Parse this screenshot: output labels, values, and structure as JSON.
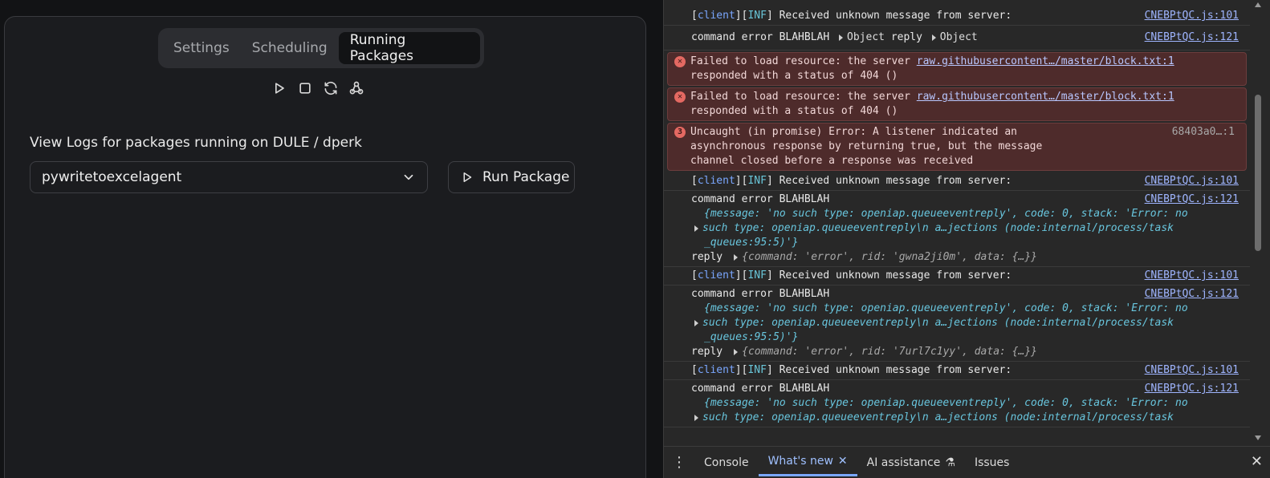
{
  "app": {
    "tabs": [
      {
        "label": "Settings"
      },
      {
        "label": "Scheduling"
      },
      {
        "label": "Running Packages"
      }
    ],
    "icons": [
      "play-icon",
      "stop-icon",
      "refresh-icon",
      "webhook-icon"
    ],
    "view_label": "View Logs for packages running on DULE / dperk",
    "package_select_value": "pywritetoexcelagent",
    "run_button_label": "Run Package"
  },
  "devtools": {
    "messages": {
      "m1": {
        "client": "client",
        "inf": "INF",
        "text": "Received unknown message from server:",
        "src": "CNEBPtQC.js:101"
      },
      "m2": {
        "text": "command error BLAHBLAH",
        "obj1": "Object",
        "reply": "reply",
        "obj2": "Object",
        "src": "CNEBPtQC.js:121"
      },
      "e1": {
        "text1": "Failed to load resource: the server",
        "link": "raw.githubusercontent…/master/block.txt:1",
        "text2": "responded with a status of 404 ()"
      },
      "e2": {
        "text1": "Failed to load resource: the server",
        "link": "raw.githubusercontent…/master/block.txt:1",
        "text2": "responded with a status of 404 ()"
      },
      "e3": {
        "count": "3",
        "text": "Uncaught (in promise) Error: A listener indicated an asynchronous response by returning true, but the message channel closed before a response was received",
        "src": "68403a0…:1"
      },
      "g1": {
        "client": "client",
        "inf": "INF",
        "text": "Received unknown message from server:",
        "src": "CNEBPtQC.js:101",
        "cmd": "command error BLAHBLAH",
        "cmd_src": "CNEBPtQC.js:121",
        "obj_line1": "{message: 'no such type: openiap.queueeventreply', code: 0, stack: 'Error: no",
        "obj_line2": "such type: openiap.queueeventreply\\n    a…jections (node:internal/process/task",
        "obj_line3": "_queues:95:5)'}",
        "reply": "reply",
        "reply_obj": "{command: 'error', rid: 'gwna2ji0m', data: {…}}"
      },
      "g2": {
        "client": "client",
        "inf": "INF",
        "text": "Received unknown message from server:",
        "src": "CNEBPtQC.js:101",
        "cmd": "command error BLAHBLAH",
        "cmd_src": "CNEBPtQC.js:121",
        "obj_line1": "{message: 'no such type: openiap.queueeventreply', code: 0, stack: 'Error: no",
        "obj_line2": "such type: openiap.queueeventreply\\n    a…jections (node:internal/process/task",
        "obj_line3": "_queues:95:5)'}",
        "reply": "reply",
        "reply_obj": "{command: 'error', rid: '7url7c1yy', data: {…}}"
      },
      "g3": {
        "client": "client",
        "inf": "INF",
        "text": "Received unknown message from server:",
        "src": "CNEBPtQC.js:101",
        "cmd": "command error BLAHBLAH",
        "cmd_src": "CNEBPtQC.js:121",
        "obj_line1": "{message: 'no such type: openiap.queueeventreply', code: 0, stack: 'Error: no",
        "obj_line2": "such type: openiap.queueeventreply\\n    a…jections (node:internal/process/task"
      }
    },
    "drawer": {
      "tabs": [
        {
          "label": "Console"
        },
        {
          "label": "What's new"
        },
        {
          "label": "AI assistance"
        },
        {
          "label": "Issues"
        }
      ]
    }
  }
}
